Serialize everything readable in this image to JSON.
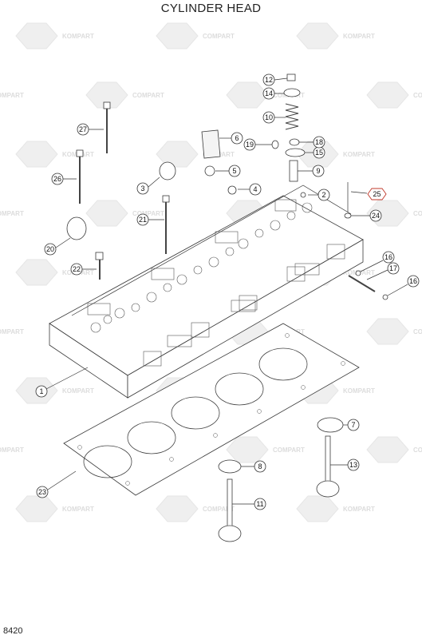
{
  "title": "CYLINDER HEAD",
  "page_code": "8420",
  "watermark": {
    "brand_a": "KOMPART",
    "brand_b": "COMPART"
  },
  "callouts": [
    {
      "id": "c1",
      "label": "1"
    },
    {
      "id": "c2",
      "label": "2"
    },
    {
      "id": "c3",
      "label": "3"
    },
    {
      "id": "c4",
      "label": "4"
    },
    {
      "id": "c5",
      "label": "5"
    },
    {
      "id": "c6",
      "label": "6"
    },
    {
      "id": "c7",
      "label": "7"
    },
    {
      "id": "c8",
      "label": "8"
    },
    {
      "id": "c9",
      "label": "9"
    },
    {
      "id": "c10",
      "label": "10"
    },
    {
      "id": "c11",
      "label": "11"
    },
    {
      "id": "c12",
      "label": "12"
    },
    {
      "id": "c13",
      "label": "13"
    },
    {
      "id": "c14",
      "label": "14"
    },
    {
      "id": "c15",
      "label": "15"
    },
    {
      "id": "c16a",
      "label": "16"
    },
    {
      "id": "c16b",
      "label": "16"
    },
    {
      "id": "c17",
      "label": "17"
    },
    {
      "id": "c18",
      "label": "18"
    },
    {
      "id": "c19",
      "label": "19"
    },
    {
      "id": "c20",
      "label": "20"
    },
    {
      "id": "c21",
      "label": "21"
    },
    {
      "id": "c22",
      "label": "22"
    },
    {
      "id": "c23",
      "label": "23"
    },
    {
      "id": "c24",
      "label": "24"
    },
    {
      "id": "c25",
      "label": "25",
      "highlight": "#c0392b"
    },
    {
      "id": "c26",
      "label": "26"
    },
    {
      "id": "c27",
      "label": "27"
    }
  ]
}
